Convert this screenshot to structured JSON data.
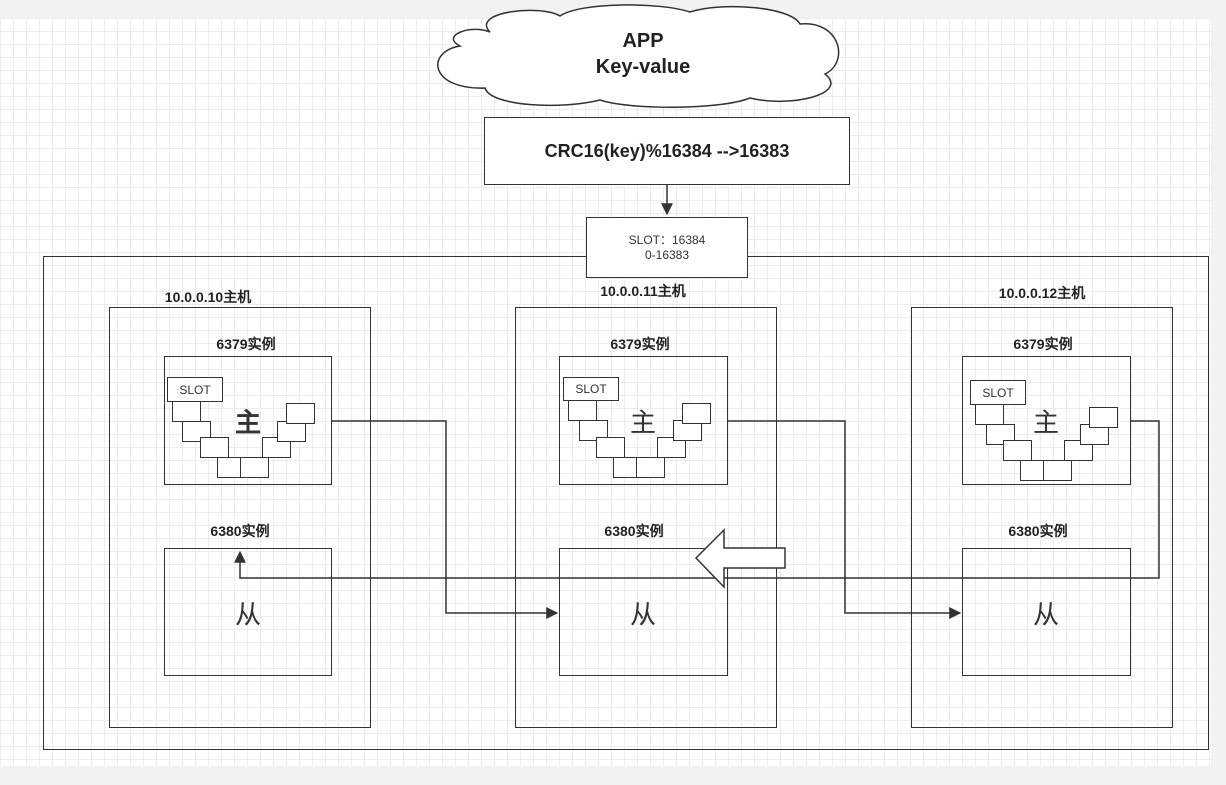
{
  "app": {
    "line1": "APP",
    "line2": "Key-value"
  },
  "formula": "CRC16(key)%16384 -->16383",
  "slot_box": {
    "line1": "SLOT：16384",
    "line2": "0-16383"
  },
  "hosts": [
    {
      "title": "10.0.0.10主机",
      "master_label": "6379实例",
      "slave_label": "6380实例",
      "slot_tag": "SLOT",
      "master_text": "主",
      "slave_text": "从"
    },
    {
      "title": "10.0.0.11主机",
      "master_label": "6379实例",
      "slave_label": "6380实例",
      "slot_tag": "SLOT",
      "master_text": "主",
      "slave_text": "从"
    },
    {
      "title": "10.0.0.12主机",
      "master_label": "6379实例",
      "slave_label": "6380实例",
      "slot_tag": "SLOT",
      "master_text": "主",
      "slave_text": "从"
    }
  ],
  "colors": {
    "stroke": "#333333",
    "background": "#ffffff",
    "canvas": "#f2f2f2"
  }
}
